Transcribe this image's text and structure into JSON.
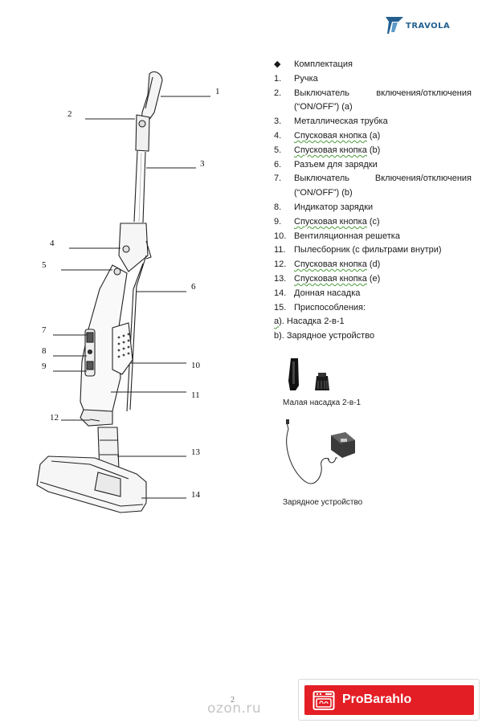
{
  "header": {
    "logo_text": "TRAVOLA",
    "brand_color": "#24608f"
  },
  "parts_list": {
    "heading_bullet": "◆",
    "heading": "Комплектация",
    "items": [
      {
        "num": "1.",
        "text": "Ручка"
      },
      {
        "num": "2.",
        "text": "Выключатель включения/отключения",
        "cont": "(“ON/OFF”) (а)"
      },
      {
        "num": "3.",
        "text": "Металлическая трубка"
      },
      {
        "num": "4.",
        "text": "Спусковая кнопка",
        "suffix": " (а)"
      },
      {
        "num": "5.",
        "text": "Спусковая кнопка",
        "suffix": " (b)"
      },
      {
        "num": "6.",
        "text": "Разъем для зарядки"
      },
      {
        "num": "7.",
        "text": "Выключатель Включения/отключения",
        "cont": "(“ON/OFF”) (b)"
      },
      {
        "num": "8.",
        "text": "Индикатор зарядки"
      },
      {
        "num": "9.",
        "text": "Спусковая кнопка",
        "suffix": " (с)"
      },
      {
        "num": "10.",
        "text": "Вентиляционная решетка"
      },
      {
        "num": "11.",
        "text": "Пылесборник (с фильтрами внутри)"
      },
      {
        "num": "12.",
        "text": "Спусковая кнопка",
        "suffix": " (d)"
      },
      {
        "num": "13.",
        "text": "Спусковая кнопка",
        "suffix": " (e)"
      },
      {
        "num": "14.",
        "text": "Донная насадка"
      },
      {
        "num": "15.",
        "text": "Приспособления:"
      }
    ],
    "sub_a_letter": "а",
    "sub_a_rest": "). Насадка  2-в-1",
    "sub_b": "b). Зарядное устройство"
  },
  "accessories": {
    "nozzle_caption": "Малая насадка 2-в-1",
    "charger_caption": "Зарядное устройство"
  },
  "callouts": [
    "1",
    "2",
    "3",
    "4",
    "5",
    "6",
    "7",
    "8",
    "9",
    "10",
    "11",
    "12",
    "13",
    "14"
  ],
  "footer": {
    "page_number": "2",
    "watermark": "ozon.ru",
    "badge_text": "ProBarahlo",
    "badge_color": "#e31e24"
  }
}
